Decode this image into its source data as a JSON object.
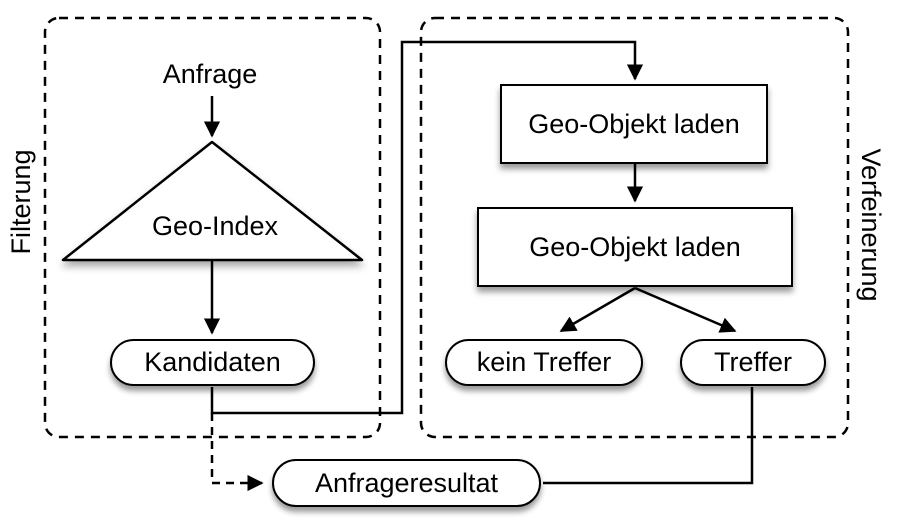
{
  "diagram": {
    "background": "#ffffff",
    "colors": {
      "line": "#000000",
      "node_fill": "#ffffff",
      "shadow": "rgba(0,0,0,0.4)"
    },
    "groups": [
      {
        "id": "filterung",
        "label": "Filterung",
        "border": "dashed"
      },
      {
        "id": "verfeinerung",
        "label": "Verfeinerung",
        "border": "dashed"
      }
    ],
    "nodes": {
      "anfrage": {
        "label": "Anfrage",
        "type": "text"
      },
      "geo_index": {
        "label": "Geo-Index",
        "type": "triangle"
      },
      "kandidaten": {
        "label": "Kandidaten",
        "type": "pill"
      },
      "geo_objekt_laden_1": {
        "label": "Geo-Objekt laden",
        "type": "rect"
      },
      "geo_objekt_laden_2": {
        "label": "Geo-Objekt laden",
        "type": "rect"
      },
      "kein_treffer": {
        "label": "kein Treffer",
        "type": "pill"
      },
      "treffer": {
        "label": "Treffer",
        "type": "pill"
      },
      "anfrageresultat": {
        "label": "Anfrageresultat",
        "type": "pill"
      }
    },
    "edges": [
      {
        "from": "anfrage",
        "to": "geo_index",
        "style": "solid-arrow"
      },
      {
        "from": "geo_index",
        "to": "kandidaten",
        "style": "solid-arrow"
      },
      {
        "from": "kandidaten",
        "to": "geo_objekt_laden_1",
        "style": "solid-arrow"
      },
      {
        "from": "geo_objekt_laden_1",
        "to": "geo_objekt_laden_2",
        "style": "solid-arrow"
      },
      {
        "from": "geo_objekt_laden_2",
        "to": "kein_treffer",
        "style": "solid-arrow"
      },
      {
        "from": "geo_objekt_laden_2",
        "to": "treffer",
        "style": "solid-arrow"
      },
      {
        "from": "treffer",
        "to": "anfrageresultat",
        "style": "solid-line"
      },
      {
        "from": "kandidaten",
        "to": "anfrageresultat",
        "style": "dashed-arrow"
      }
    ]
  }
}
